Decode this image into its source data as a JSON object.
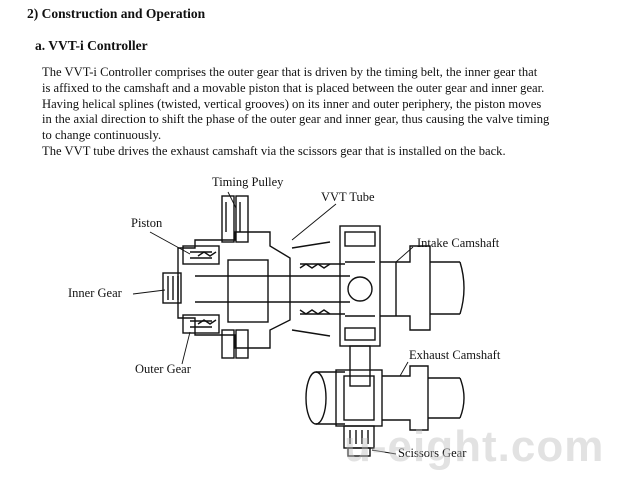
{
  "section": {
    "heading": "2)  Construction and Operation"
  },
  "subsection": {
    "heading": "a.  VVT-i Controller"
  },
  "paragraph": {
    "lines": [
      "The VVT-i Controller comprises the outer gear that is driven by the timing belt, the inner gear that",
      "is affixed to the camshaft and a movable piston that is placed between the outer gear and inner gear.",
      "Having helical splines (twisted, vertical grooves) on its inner and outer periphery, the piston moves",
      "in the axial direction to shift the phase of the outer gear and inner gear, thus causing the valve timing",
      "to change continuously.",
      "The VVT tube drives the exhaust camshaft via the scissors gear that is installed on the back."
    ]
  },
  "diagram": {
    "labels": {
      "timing_pulley": "Timing Pulley",
      "vvt_tube": "VVT Tube",
      "piston": "Piston",
      "intake_camshaft": "Intake Camshaft",
      "inner_gear": "Inner Gear",
      "exhaust_camshaft": "Exhaust Camshaft",
      "outer_gear": "Outer Gear",
      "scissors_gear": "Scissors Gear"
    },
    "watermark": "u-eight.com"
  }
}
